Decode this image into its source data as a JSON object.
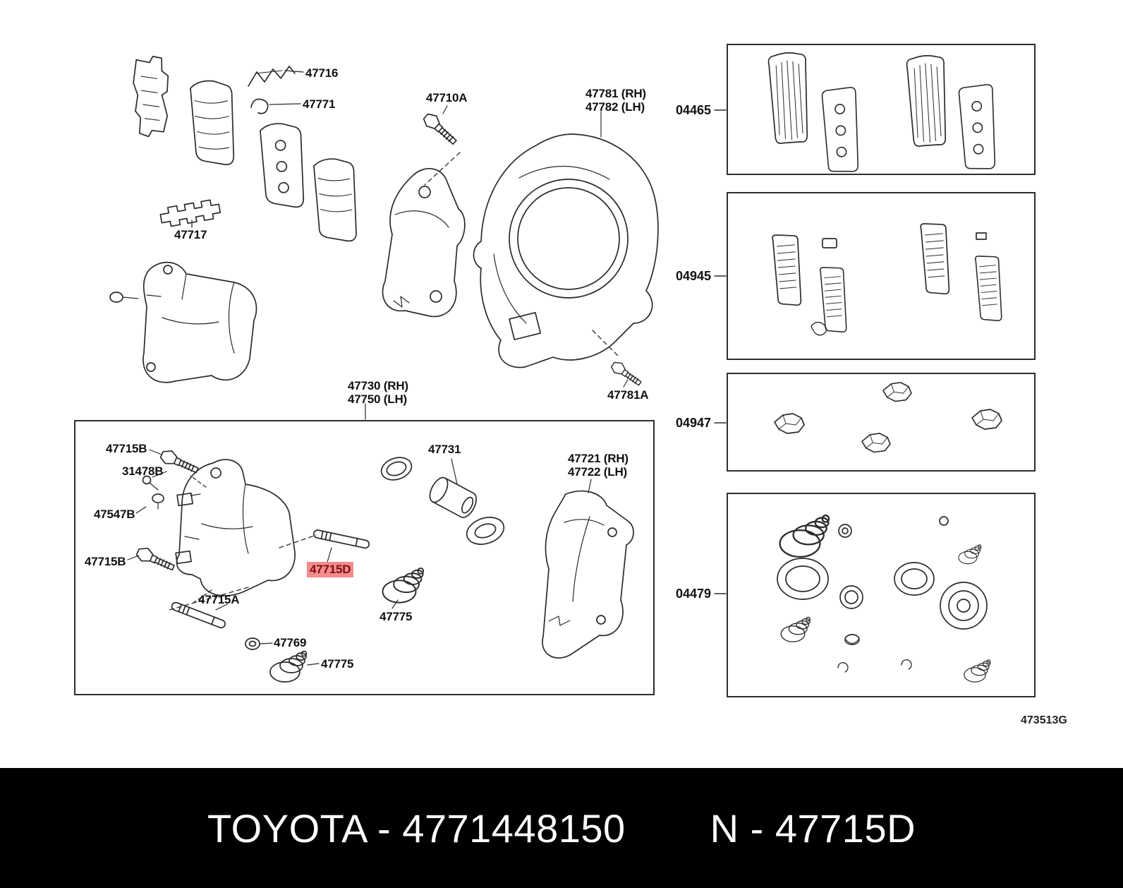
{
  "doc": {
    "type": "parts-catalog-diagram",
    "ref_code": "473513G"
  },
  "colors": {
    "highlight_bg": "#f58b8b",
    "highlight_text": "#7a1212",
    "footer_bg": "#000000",
    "footer_text": "#ffffff",
    "line": "#2b2b2b"
  },
  "part_labels": {
    "p47716": "47716",
    "p47771": "47771",
    "p47710A": "47710A",
    "p47781rh": "47781 (RH)",
    "p47782lh": "47782 (LH)",
    "p47717": "47717",
    "p47730rh": "47730 (RH)",
    "p47750lh": "47750 (LH)",
    "p47781A": "47781A",
    "p47715B_top": "47715B",
    "p31478B": "31478B",
    "p47547B": "47547B",
    "p47715B_left": "47715B",
    "p47715A": "47715A",
    "p47769": "47769",
    "p47775_lower": "47775",
    "p47775_right": "47775",
    "p47731": "47731",
    "p47721rh": "47721 (RH)",
    "p47722lh": "47722 (LH)",
    "p47715D": "47715D"
  },
  "kit_boxes": {
    "k04465": "04465",
    "k04945": "04945",
    "k04947": "04947",
    "k04479": "04479"
  },
  "highlighted_part": "47715D",
  "footer": {
    "brand_part": "TOYOTA - 4771448150",
    "part_code": "N - 47715D"
  }
}
